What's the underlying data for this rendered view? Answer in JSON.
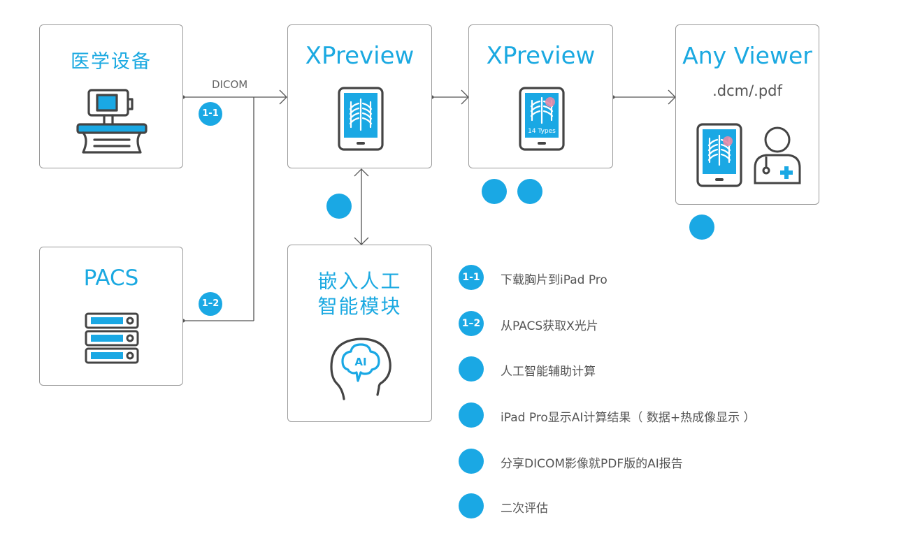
{
  "colors": {
    "accent": "#1aa8e4",
    "stroke": "#444444",
    "border": "#9a9a9a"
  },
  "nodes": {
    "device": {
      "title": "医学设备",
      "icon": "medical-device-icon"
    },
    "pacs": {
      "title": "PACS",
      "icon": "server-rack-icon"
    },
    "xpreview1": {
      "title": "XPreview",
      "icon": "tablet-xray-icon"
    },
    "xpreview2": {
      "title": "XPreview",
      "icon": "tablet-xray-heatmap-icon",
      "caption": "14 Types"
    },
    "viewer": {
      "title": "Any Viewer",
      "subtitle": ".dcm/.pdf",
      "icons": [
        "tablet-xray-heatmap-icon",
        "doctor-icon"
      ]
    },
    "ai": {
      "title_line1": "嵌入人工",
      "title_line2": "智能模块",
      "icon": "ai-brain-icon",
      "badge": "AI"
    }
  },
  "connectors": {
    "dicom_label": "DICOM"
  },
  "step_badges": {
    "s1_1": "1-1",
    "s1_2": "1–2"
  },
  "legend": [
    {
      "badge": "1-1",
      "text": "下载胸片到iPad Pro"
    },
    {
      "badge": "1–2",
      "text": "从PACS获取X光片"
    },
    {
      "badge": "",
      "text": "人工智能辅助计算"
    },
    {
      "badge": "",
      "text": " iPad Pro显示AI计算结果（ 数据+热成像显示 ）"
    },
    {
      "badge": "",
      "text": "分享DICOM影像就PDF版的AI报告"
    },
    {
      "badge": "",
      "text": "二次评估"
    }
  ]
}
